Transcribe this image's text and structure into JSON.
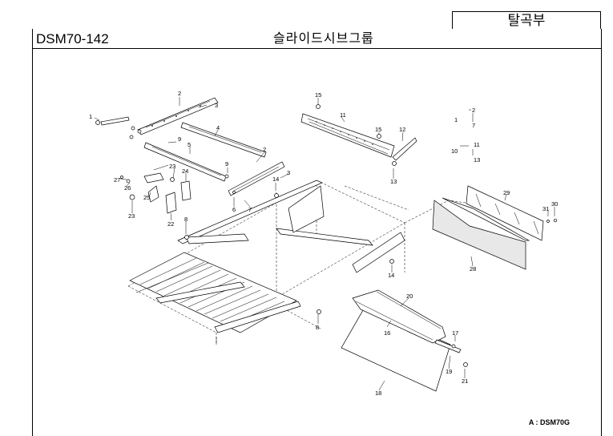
{
  "header": {
    "section_label": "탈곡부",
    "doc_code": "DSM70-142",
    "group_title": "슬라이드시브그룹"
  },
  "footer": {
    "applicability": "A : DSM70G"
  },
  "callouts": [
    {
      "id": "c1",
      "text": "1"
    },
    {
      "id": "c2a",
      "text": "2"
    },
    {
      "id": "c3a",
      "text": "3"
    },
    {
      "id": "c4",
      "text": "4"
    },
    {
      "id": "c9a",
      "text": "9"
    },
    {
      "id": "c5",
      "text": "5"
    },
    {
      "id": "c2b",
      "text": "2"
    },
    {
      "id": "c9b",
      "text": "9"
    },
    {
      "id": "c3b",
      "text": "3"
    },
    {
      "id": "c14a",
      "text": "14"
    },
    {
      "id": "c6",
      "text": "6"
    },
    {
      "id": "c7",
      "text": "7"
    },
    {
      "id": "c27",
      "text": "27"
    },
    {
      "id": "c26",
      "text": "26"
    },
    {
      "id": "c23a",
      "text": "23"
    },
    {
      "id": "c24",
      "text": "24"
    },
    {
      "id": "c25",
      "text": "25"
    },
    {
      "id": "c23b",
      "text": "23"
    },
    {
      "id": "c22",
      "text": "22"
    },
    {
      "id": "c8a",
      "text": "8"
    },
    {
      "id": "c15a",
      "text": "15"
    },
    {
      "id": "c11",
      "text": "11"
    },
    {
      "id": "c15b",
      "text": "15"
    },
    {
      "id": "c12",
      "text": "12"
    },
    {
      "id": "c13",
      "text": "13"
    },
    {
      "id": "c29",
      "text": "29"
    },
    {
      "id": "c30",
      "text": "30"
    },
    {
      "id": "c31",
      "text": "31"
    },
    {
      "id": "c28",
      "text": "28"
    },
    {
      "id": "c14b",
      "text": "14"
    },
    {
      "id": "c20",
      "text": "20"
    },
    {
      "id": "c16",
      "text": "16"
    },
    {
      "id": "c17",
      "text": "17"
    },
    {
      "id": "c19",
      "text": "19"
    },
    {
      "id": "c21",
      "text": "21"
    },
    {
      "id": "c18",
      "text": "18"
    },
    {
      "id": "c8b",
      "text": "8"
    }
  ],
  "assemblies": [
    {
      "id": "asm1",
      "parent": "1",
      "top": "2",
      "bottom": "7"
    },
    {
      "id": "asm10",
      "parent": "10",
      "top": "11",
      "bottom": "13"
    }
  ]
}
